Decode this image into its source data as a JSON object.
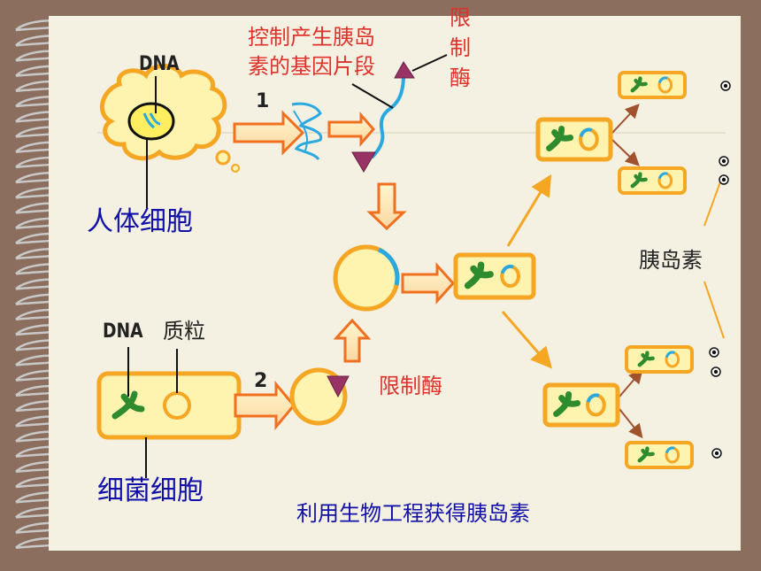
{
  "labels": {
    "gene_fragment_line1": "控制产生胰岛",
    "gene_fragment_line2": "素的基因片段",
    "restriction_enzyme_top": [
      "限",
      "制",
      "酶"
    ],
    "dna_top": "DNA",
    "step1": "1",
    "human_cell": "人体细胞",
    "dna_bottom": "DNA",
    "plasmid": "质粒",
    "step2": "2",
    "restriction_enzyme_bottom": "限制酶",
    "bacterial_cell": "细菌细胞",
    "insulin": "胰岛素",
    "caption": "利用生物工程获得胰岛素"
  },
  "colors": {
    "red_text": "#e0312a",
    "blue_text": "#1111aa",
    "cell_orange": "#f5a623",
    "cell_fill": "#fff3b0",
    "gene_blue": "#29a9e0",
    "chromosome_green": "#2e8b2e",
    "enzyme_purple": "#993366",
    "background": "#8b6e5e",
    "page": "#f4f0e2"
  }
}
